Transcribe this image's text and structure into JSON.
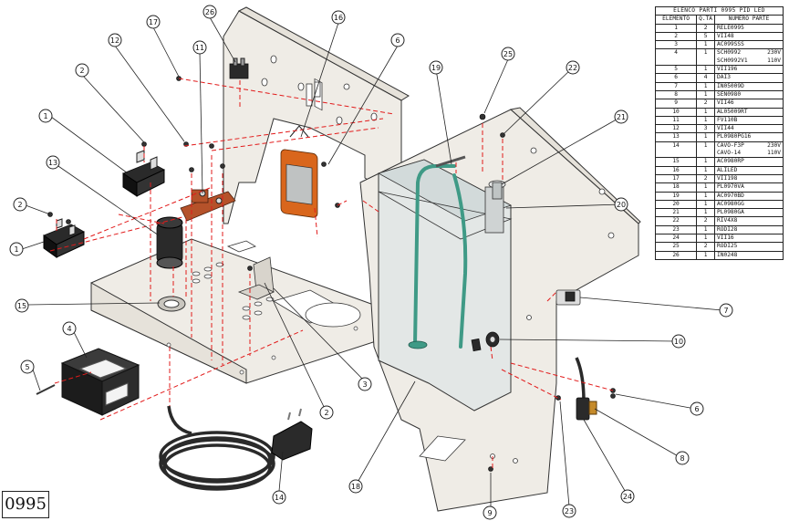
{
  "model_label": "0995",
  "parts_list": {
    "title": "ELENCO PARTI 0995 PID LED",
    "headers": [
      "ELEMENTO",
      "Q.TÀ",
      "NUMERO PARTE"
    ],
    "rows": [
      {
        "item": "1",
        "qty": "2",
        "part": "RELE0995",
        "suffix": ""
      },
      {
        "item": "2",
        "qty": "5",
        "part": "VII48",
        "suffix": ""
      },
      {
        "item": "3",
        "qty": "1",
        "part": "AC099SSS",
        "suffix": ""
      },
      {
        "item": "4",
        "qty": "1",
        "part": "SCH0992",
        "suffix": "230V",
        "part2": "SCH0992V1",
        "suffix2": "110V"
      },
      {
        "item": "5",
        "qty": "1",
        "part": "VII196",
        "suffix": ""
      },
      {
        "item": "6",
        "qty": "4",
        "part": "DAI3",
        "suffix": ""
      },
      {
        "item": "7",
        "qty": "1",
        "part": "IN05009D",
        "suffix": ""
      },
      {
        "item": "8",
        "qty": "1",
        "part": "SEN0980",
        "suffix": ""
      },
      {
        "item": "9",
        "qty": "2",
        "part": "VII46",
        "suffix": ""
      },
      {
        "item": "10",
        "qty": "1",
        "part": "AL05009RT",
        "suffix": ""
      },
      {
        "item": "11",
        "qty": "1",
        "part": "FV110B",
        "suffix": ""
      },
      {
        "item": "12",
        "qty": "3",
        "part": "VII44",
        "suffix": ""
      },
      {
        "item": "13",
        "qty": "1",
        "part": "PL0980PG16",
        "suffix": ""
      },
      {
        "item": "14",
        "qty": "1",
        "part": "CAVO-F3P",
        "suffix": "230V",
        "part2": "CAVO-14",
        "suffix2": "110V"
      },
      {
        "item": "15",
        "qty": "1",
        "part": "AC0980RP",
        "suffix": ""
      },
      {
        "item": "16",
        "qty": "1",
        "part": "ALILED",
        "suffix": ""
      },
      {
        "item": "17",
        "qty": "2",
        "part": "VII198",
        "suffix": ""
      },
      {
        "item": "18",
        "qty": "1",
        "part": "PL0970VA",
        "suffix": ""
      },
      {
        "item": "19",
        "qty": "1",
        "part": "AC0970BD",
        "suffix": ""
      },
      {
        "item": "20",
        "qty": "1",
        "part": "AC0980GG",
        "suffix": ""
      },
      {
        "item": "21",
        "qty": "1",
        "part": "PL0980GA",
        "suffix": ""
      },
      {
        "item": "22",
        "qty": "2",
        "part": "RIV4X8",
        "suffix": ""
      },
      {
        "item": "23",
        "qty": "1",
        "part": "RODI28",
        "suffix": ""
      },
      {
        "item": "24",
        "qty": "1",
        "part": "VII16",
        "suffix": ""
      },
      {
        "item": "25",
        "qty": "2",
        "part": "RODI25",
        "suffix": ""
      },
      {
        "item": "26",
        "qty": "1",
        "part": "IN0248",
        "suffix": ""
      }
    ]
  },
  "callouts": [
    "17",
    "26",
    "16",
    "12",
    "11",
    "6",
    "2",
    "1",
    "13",
    "2",
    "1",
    "25",
    "22",
    "19",
    "21",
    "20",
    "15",
    "4",
    "5",
    "14",
    "2",
    "3",
    "18",
    "7",
    "10",
    "6",
    "8",
    "9",
    "23",
    "24"
  ],
  "colors": {
    "sheet_metal": "#efece6",
    "red_dash": "#e21b1b",
    "orange_part": "#d9661c",
    "copper_part": "#b5522a",
    "tube": "#3f9a86"
  }
}
